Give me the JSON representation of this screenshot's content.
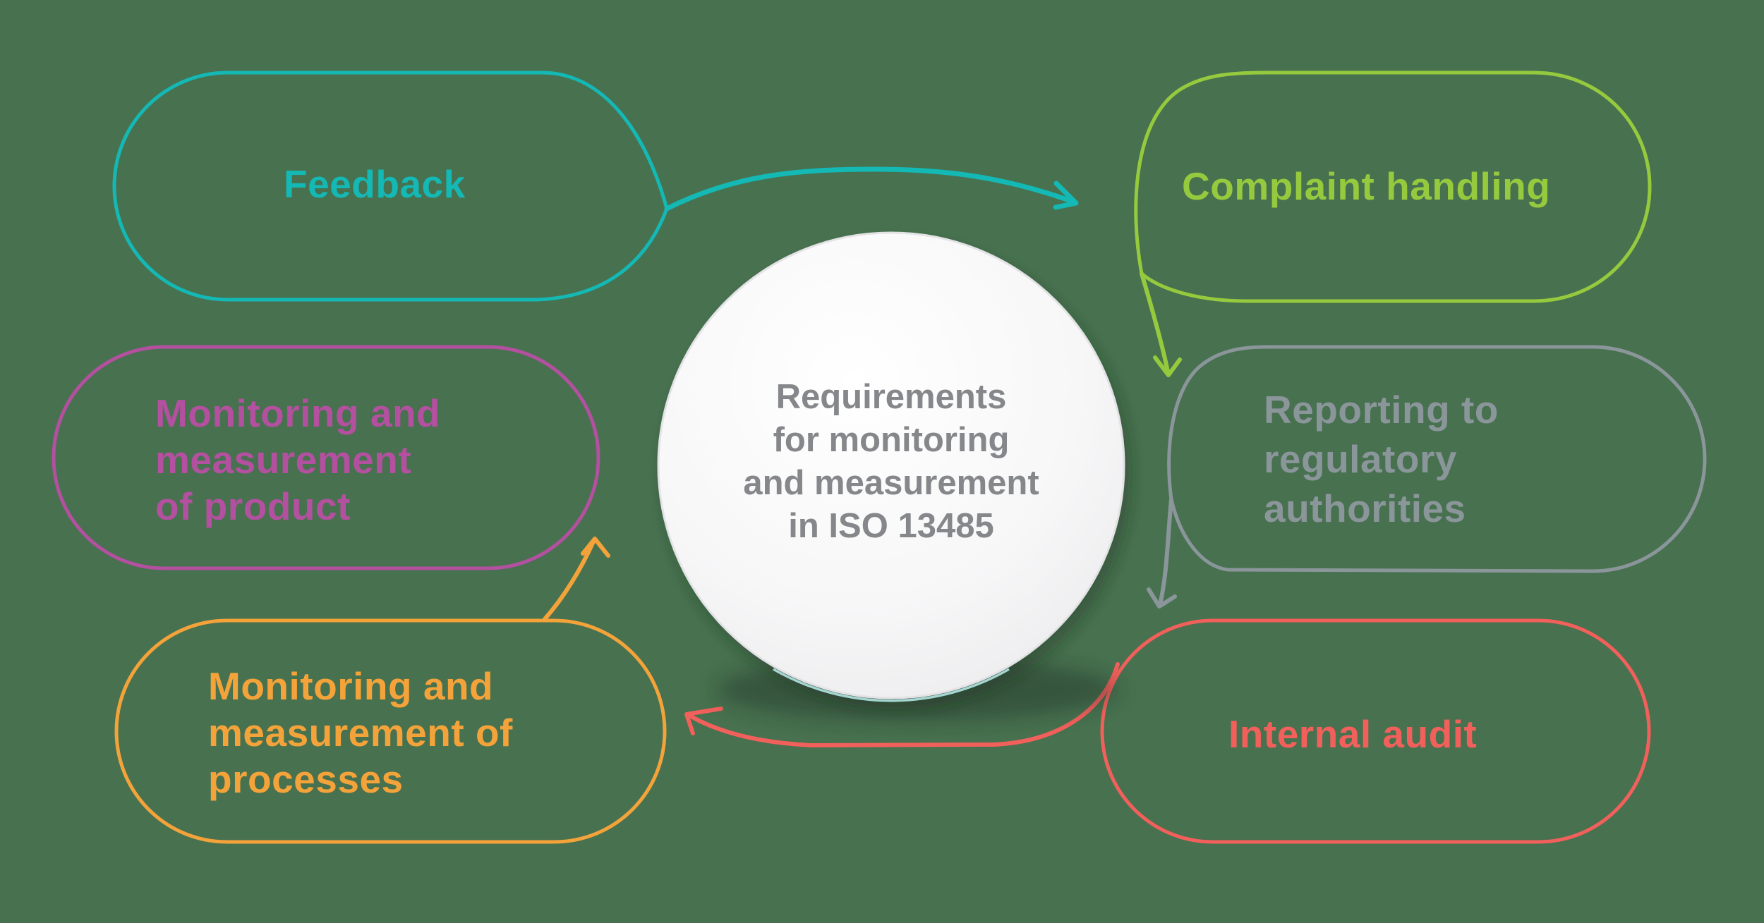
{
  "background_color": "#47714f",
  "center": {
    "lines": [
      "Requirements",
      "for monitoring",
      "and measurement",
      "in ISO 13485"
    ],
    "text_color": "#85878a",
    "circle_fill": "#f6f6f8",
    "ring_color": "#a5d6d2"
  },
  "nodes": {
    "feedback": {
      "label": "Feedback",
      "color": "#14b8b4"
    },
    "complaint_handling": {
      "label": "Complaint handling",
      "color": "#96ca3e"
    },
    "product": {
      "lines": [
        "Monitoring and",
        "measurement",
        "of product"
      ],
      "color": "#b3509f"
    },
    "reporting": {
      "lines": [
        "Reporting to",
        "regulatory",
        "authorities"
      ],
      "color": "#8b969b"
    },
    "processes": {
      "lines": [
        "Monitoring and",
        "measurement of",
        "processes"
      ],
      "color": "#f4a33a"
    },
    "internal_audit": {
      "label": "Internal audit",
      "color": "#f2605c"
    }
  },
  "arrows": [
    {
      "name": "feedback-to-complaint-handling",
      "from": "feedback",
      "to": "complaint_handling",
      "color": "#14b8b4"
    },
    {
      "name": "complaint-handling-to-reporting",
      "from": "complaint_handling",
      "to": "reporting",
      "color": "#96ca3e"
    },
    {
      "name": "reporting-to-internal-audit",
      "from": "reporting",
      "to": "internal_audit",
      "color": "#8b969b"
    },
    {
      "name": "internal-audit-to-processes",
      "from": "internal_audit",
      "to": "processes",
      "color": "#f2605c"
    },
    {
      "name": "processes-to-product",
      "from": "processes",
      "to": "product",
      "color": "#f4a33a"
    }
  ]
}
